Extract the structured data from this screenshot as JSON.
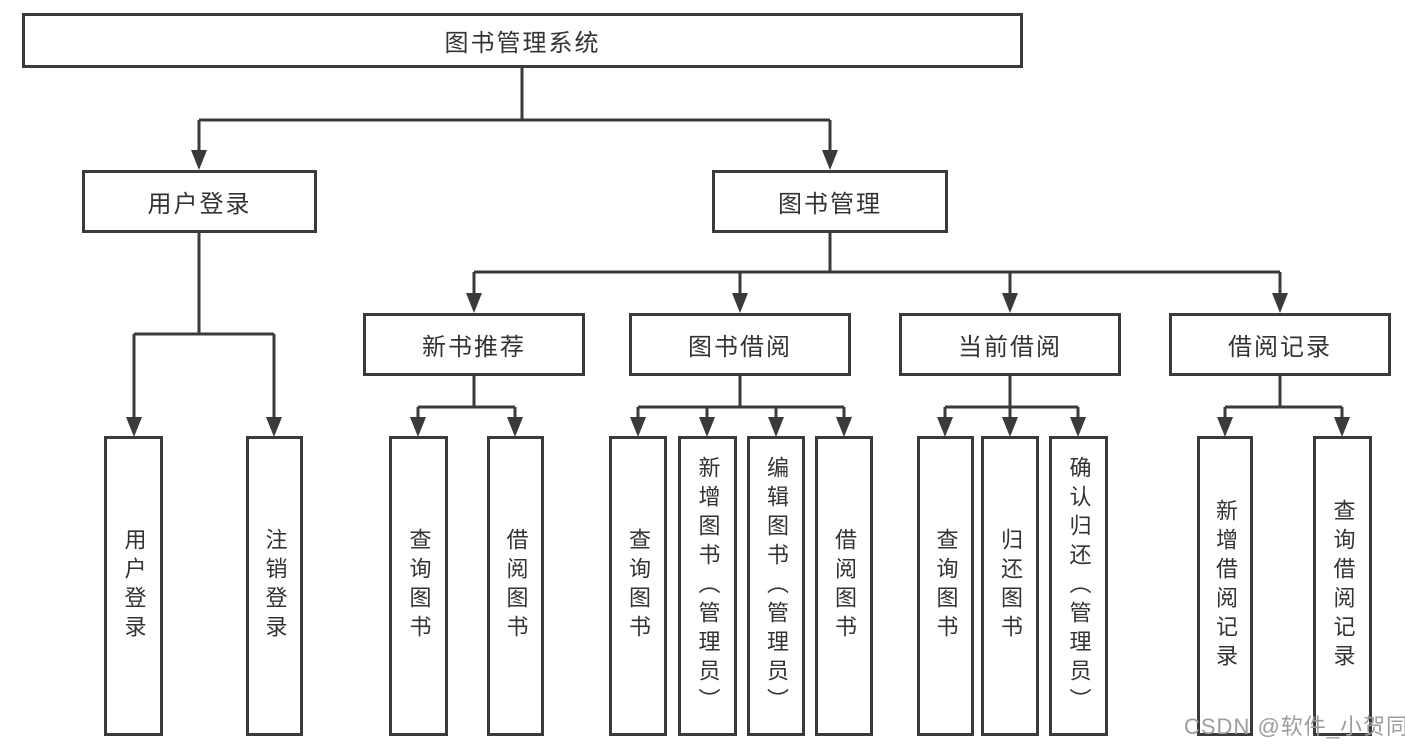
{
  "diagram_type": "hierarchy-tree",
  "colors": {
    "line": "#3a3a3a",
    "text": "#333333",
    "box_background": "#ffffff",
    "watermark": "#9c9c9c"
  },
  "tree": {
    "label": "图书管理系统",
    "children": [
      {
        "label": "用户登录",
        "children": [
          {
            "label": "用户登录"
          },
          {
            "label": "注销登录"
          }
        ]
      },
      {
        "label": "图书管理",
        "children": [
          {
            "label": "新书推荐",
            "children": [
              {
                "label": "查询图书"
              },
              {
                "label": "借阅图书"
              }
            ]
          },
          {
            "label": "图书借阅",
            "children": [
              {
                "label": "查询图书"
              },
              {
                "label": "新增图书（管理员）"
              },
              {
                "label": "编辑图书（管理员）"
              },
              {
                "label": "借阅图书"
              }
            ]
          },
          {
            "label": "当前借阅",
            "children": [
              {
                "label": "查询图书"
              },
              {
                "label": "归还图书"
              },
              {
                "label": "确认归还（管理员）"
              }
            ]
          },
          {
            "label": "借阅记录",
            "children": [
              {
                "label": "新增借阅记录"
              },
              {
                "label": "查询借阅记录"
              }
            ]
          }
        ]
      }
    ]
  },
  "watermark": "CSDN @软件_小贺同学"
}
